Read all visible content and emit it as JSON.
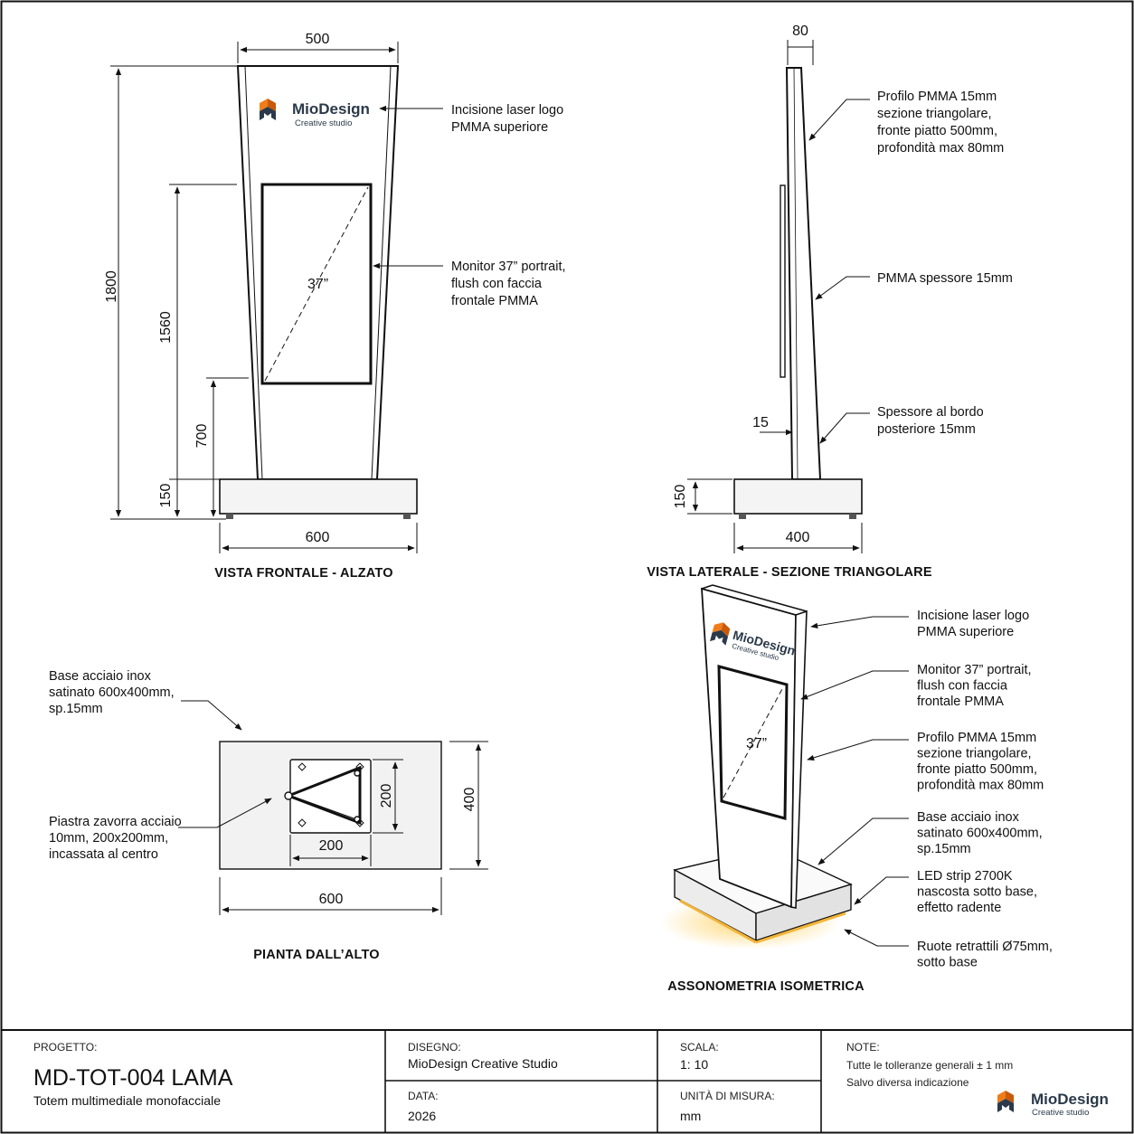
{
  "colors": {
    "line": "#111111",
    "base_fill": "#f2f2f2",
    "logo_orange": "#f07d1a",
    "logo_dark": "#2b3a4a",
    "led_glow": "#ffc840"
  },
  "front_view": {
    "title": "VISTA FRONTALE - ALZATO",
    "dims": {
      "top_width": "500",
      "total_height": "1800",
      "monitor_top": "1560",
      "monitor_bottom": "700",
      "base_height": "150",
      "base_width": "600"
    },
    "screen_label": "37”",
    "logo": {
      "name": "MioDesign",
      "tagline": "Creative studio",
      "icon": "md-logo-icon"
    },
    "callouts": [
      "Incisione laser logo\nPMMA superiore",
      "Monitor 37” portrait,\nflush con faccia\nfrontale PMMA"
    ]
  },
  "side_view": {
    "title": "VISTA LATERALE - SEZIONE TRIANGOLARE",
    "dims": {
      "depth": "80",
      "edge": "15",
      "base_height": "150",
      "base_depth": "400"
    },
    "callouts": [
      "Profilo PMMA 15mm\nsezione triangolare,\nfronte piatto 500mm,\nprofondità max 80mm",
      "PMMA spessore 15mm",
      "Spessore al bordo\nposteriore 15mm"
    ]
  },
  "plan_view": {
    "title": "PIANTA DALL’ALTO",
    "dims": {
      "plate_height": "200",
      "plate_width": "200",
      "base_depth": "400",
      "base_width": "600"
    },
    "callouts": [
      "Base acciaio inox\nsatinato 600x400mm,\nsp.15mm",
      "Piastra zavorra acciaio\n10mm, 200x200mm,\nincassata al centro"
    ]
  },
  "iso_view": {
    "title": "ASSONOMETRIA ISOMETRICA",
    "screen_label": "37”",
    "logo": {
      "name": "MioDesign",
      "tagline": "Creative studio"
    },
    "callouts": [
      "Incisione laser logo\nPMMA superiore",
      "Monitor 37” portrait,\nflush con faccia\nfrontale PMMA",
      "Profilo PMMA 15mm\nsezione triangolare,\nfronte piatto 500mm,\nprofondità max 80mm",
      "Base acciaio inox\nsatinato 600x400mm,\nsp.15mm",
      "LED strip 2700K\nnascosta sotto base,\neffetto radente",
      "Ruote retrattili Ø75mm,\nsotto base"
    ]
  },
  "title_block": {
    "project_label": "PROGETTO:",
    "project_code": "MD-TOT-004 LAMA",
    "project_desc": "Totem multimediale monofacciale",
    "drawing_label": "DISEGNO:",
    "drawing_value": "MioDesign Creative Studio",
    "date_label": "DATA:",
    "date_value": "2026",
    "scale_label": "SCALA:",
    "scale_value": "1: 10",
    "unit_label": "UNITÀ DI MISURA:",
    "unit_value": "mm",
    "notes_label": "NOTE:",
    "notes": [
      "Tutte le tolleranze generali ± 1 mm",
      "Salvo diversa indicazione"
    ],
    "logo": {
      "name": "MioDesign",
      "tagline": "Creative studio"
    }
  }
}
